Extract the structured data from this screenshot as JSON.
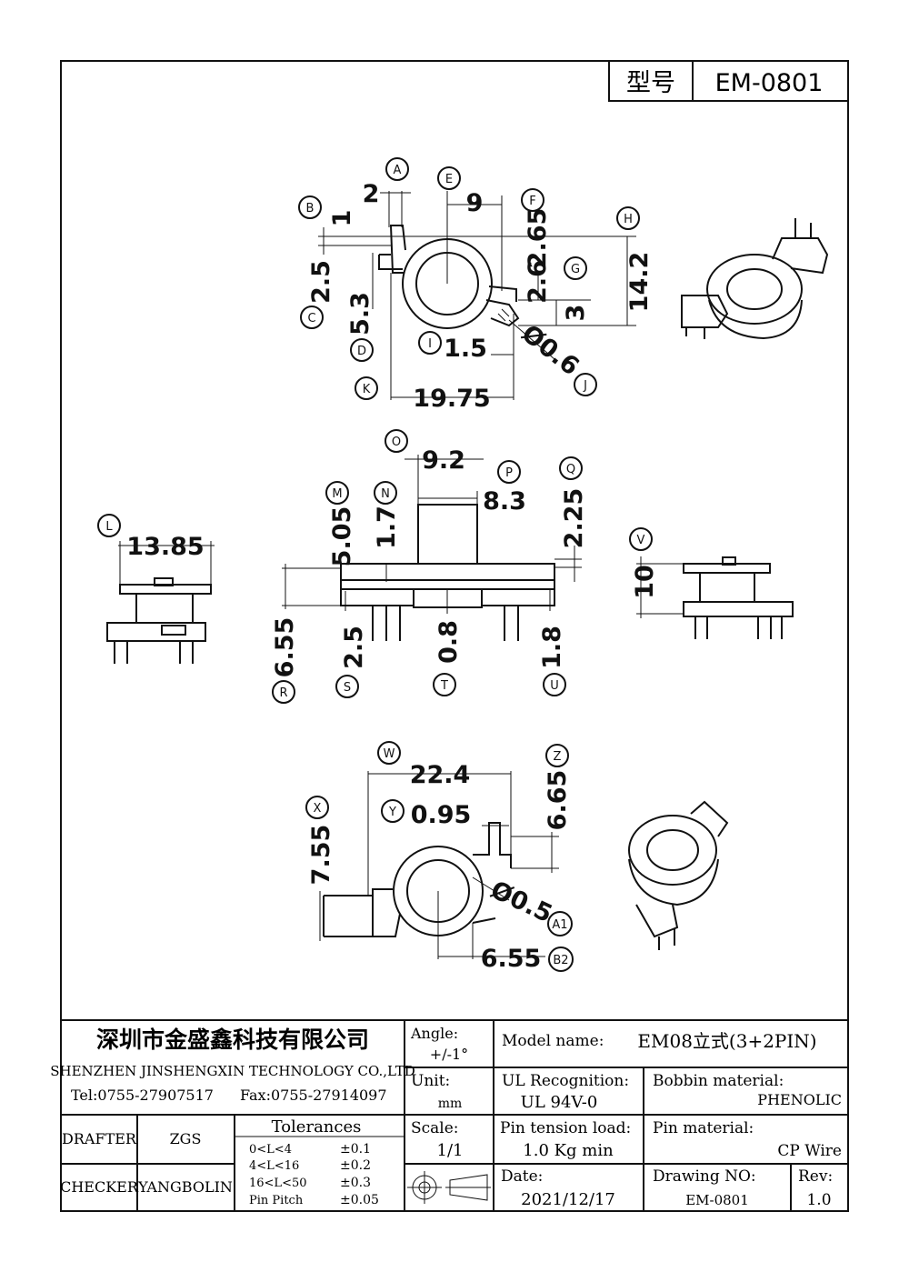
{
  "model_box": {
    "label": "型号",
    "value": "EM-0801"
  },
  "company": {
    "name_cn": "深圳市金盛鑫科技有限公司",
    "name_en": "SHENZHEN JINSHENGXIN TECHNOLOGY CO.,LTD",
    "tel": "Tel:0755-27907517",
    "fax": "Fax:0755-27914097"
  },
  "angle": {
    "label": "Angle:",
    "value": "+/-1°"
  },
  "unit": {
    "label": "Unit:",
    "value": "mm"
  },
  "scale": {
    "label": "Scale:",
    "value": "1/1"
  },
  "model_name": {
    "label": "Model name:",
    "value": "EM08立式(3+2PIN)"
  },
  "ul": {
    "label": "UL Recognition:",
    "value": "UL 94V-0"
  },
  "bobbin_material": {
    "label": "Bobbin material:",
    "value": "PHENOLIC"
  },
  "pin_tension": {
    "label": "Pin tension load:",
    "value": "1.0 Kg min"
  },
  "pin_material": {
    "label": "Pin material:",
    "value": "CP Wire"
  },
  "date": {
    "label": "Date:",
    "value": "2021/12/17"
  },
  "drawing_no": {
    "label": "Drawing NO:",
    "value": "EM-0801"
  },
  "rev": {
    "label": "Rev:",
    "value": "1.0"
  },
  "drafter": {
    "label": "DRAFTER",
    "value": "ZGS"
  },
  "checker": {
    "label": "CHECKER",
    "value": "YANGBOLIN"
  },
  "tolerances": {
    "title": "Tolerances",
    "rows": [
      {
        "range": "0<L<4",
        "value": "±0.1"
      },
      {
        "range": "4<L<16",
        "value": "±0.2"
      },
      {
        "range": "16<L<50",
        "value": "±0.3"
      },
      {
        "range": "Pin Pitch",
        "value": "±0.05"
      }
    ]
  },
  "top_view": {
    "dims": {
      "A": "2",
      "B": "1",
      "C": "2.5",
      "D": "5.3",
      "E": "9",
      "F": "2.65",
      "G": "2.6",
      "H": "14.2",
      "I": "1.5",
      "J": "Ø0.6",
      "K": "19.75",
      "G2": "3"
    }
  },
  "front_view": {
    "dims": {
      "O": "9.2",
      "P": "8.3",
      "Q": "2.25",
      "M": "5.05",
      "N": "1.7",
      "R": "6.55",
      "S": "2.5",
      "T": "0.8",
      "U": "1.8"
    }
  },
  "left_view": {
    "dims": {
      "L": "13.85"
    }
  },
  "right_view": {
    "dims": {
      "V": "10"
    }
  },
  "bottom_view": {
    "dims": {
      "W": "22.4",
      "Z": "6.65",
      "X": "7.55",
      "Y": "0.95",
      "A1": "Ø0.5",
      "B2": "6.55"
    }
  },
  "bubbles": [
    "A",
    "B",
    "C",
    "D",
    "E",
    "F",
    "G",
    "H",
    "I",
    "J",
    "K",
    "L",
    "M",
    "N",
    "O",
    "P",
    "Q",
    "R",
    "S",
    "T",
    "U",
    "V",
    "W",
    "X",
    "Y",
    "Z",
    "A1",
    "B2"
  ]
}
